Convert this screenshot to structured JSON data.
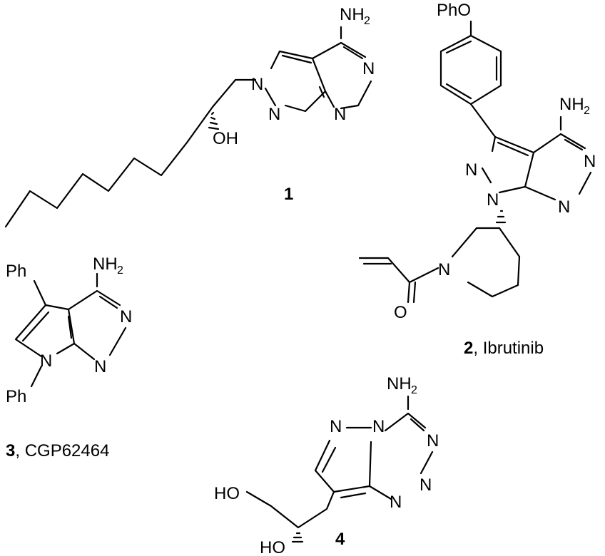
{
  "compound1": {
    "nh2": "NH",
    "nh2_sub": "2",
    "n_ring_1": "N",
    "n_ring_2": "N",
    "n_pz_1": "N",
    "n_pz_2": "N",
    "oh": "OH",
    "label": "1"
  },
  "compound2": {
    "pho": "PhO",
    "nh2": "NH",
    "nh2_sub": "2",
    "n_ring_1": "N",
    "n_ring_2": "N",
    "n_pz_1": "N",
    "n_pz_2": "N",
    "n_pip": "N",
    "o_carbonyl": "O",
    "label_num": "2",
    "label_name": ", Ibrutinib"
  },
  "compound3": {
    "ph_top": "Ph",
    "ph_bottom": "Ph",
    "nh2": "NH",
    "nh2_sub": "2",
    "n_ring_1": "N",
    "n_ring_2": "N",
    "n_pyrrole": "N",
    "label_num": "3",
    "label_name": ", CGP62464"
  },
  "compound4": {
    "nh2": "NH",
    "nh2_sub": "2",
    "n_1": "N",
    "n_2": "N",
    "n_3": "N",
    "n_4": "N",
    "n_5": "N",
    "ho_top": "HO",
    "ho_bottom": "HO",
    "label": "4"
  }
}
